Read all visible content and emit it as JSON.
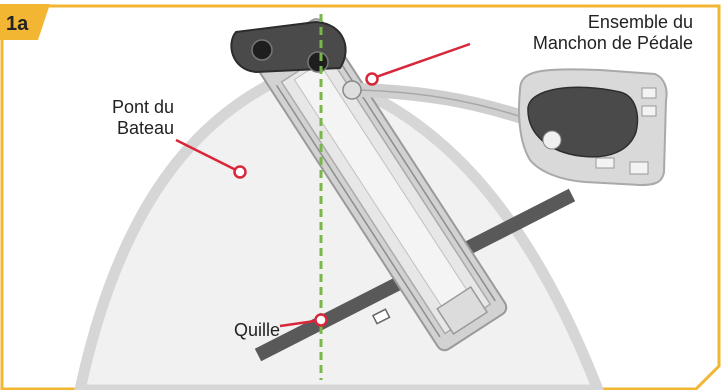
{
  "figure": {
    "badge": "1a",
    "accent_color": "#f2b632",
    "marker_color": "#d8273b",
    "centerline_color": "#7ab648"
  },
  "labels": {
    "pedal_sleeve": {
      "line1": "Ensemble du",
      "line2": "Manchon de Pédale"
    },
    "deck": {
      "line1": "Pont du",
      "line2": "Bateau"
    },
    "keel": "Quille"
  }
}
